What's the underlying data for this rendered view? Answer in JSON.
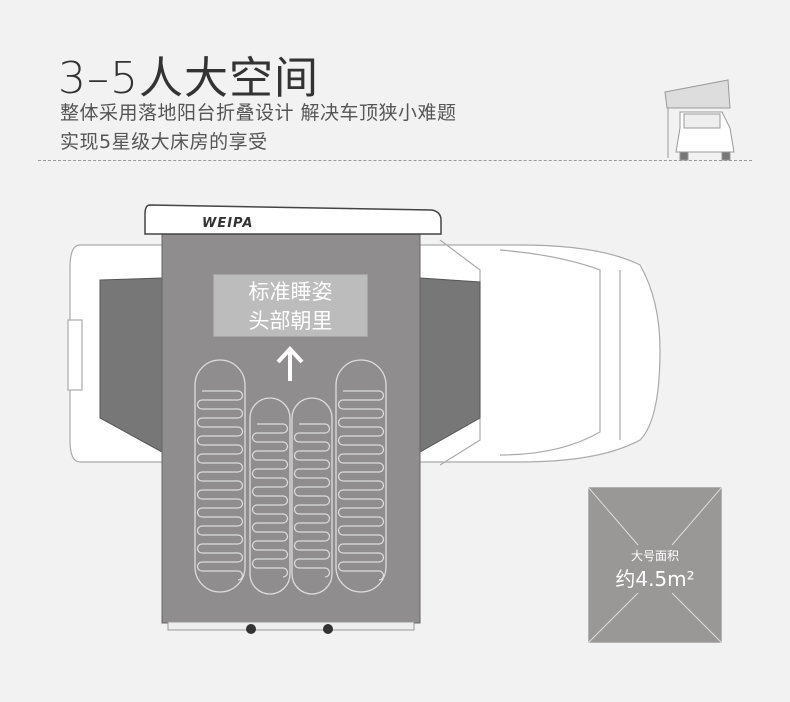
{
  "header": {
    "title": "3–5人大空间",
    "subtitle_line1": "整体采用落地阳台折叠设计 解决车顶狭小难题",
    "subtitle_line2": "实现5星级大床房的享受"
  },
  "tent": {
    "brand": "WEIPA",
    "label_line1": "标准睡姿",
    "label_line2": "头部朝里",
    "arrow_icon": "arrow-up-icon"
  },
  "area_badge": {
    "label": "大号面积",
    "value": "约4.5m²"
  },
  "colors": {
    "tent": "#8f8d8d",
    "label_box": "#bdbcbc",
    "area": "#9a9797",
    "background": "#f2f2f2"
  }
}
